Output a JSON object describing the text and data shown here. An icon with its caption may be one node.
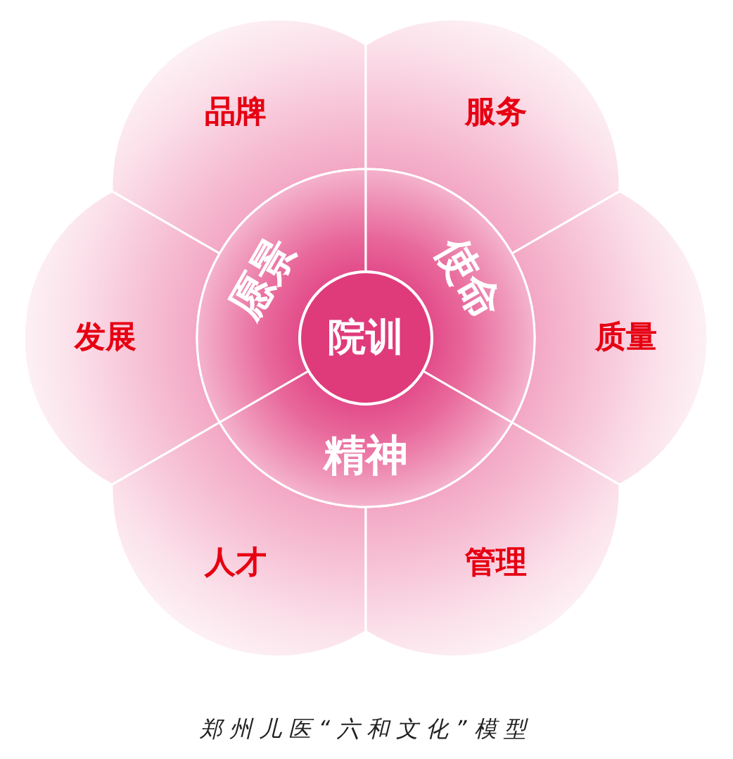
{
  "diagram": {
    "caption": "郑州儿医“六和文化”模型",
    "nodes": [
      {
        "text": [
          "品牌"
        ]
      },
      {
        "text": [
          "服务"
        ]
      },
      {
        "text": [
          "发展"
        ]
      },
      {
        "text": [
          "愿景"
        ]
      },
      {
        "text": [
          "使命"
        ]
      },
      {
        "text": [
          "院训"
        ]
      },
      {
        "text": [
          "质量"
        ]
      },
      {
        "text": [
          "精神"
        ]
      },
      {
        "text": [
          "人才"
        ]
      },
      {
        "text": [
          "管理"
        ]
      }
    ]
  }
}
